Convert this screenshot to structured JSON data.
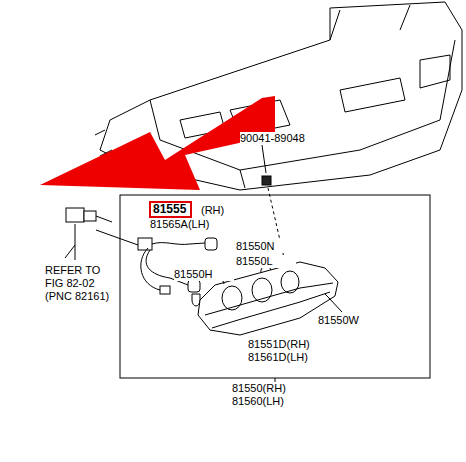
{
  "diagram": {
    "nodes": [
      {
        "text": [
          "81550(RH) 81560(LH)"
        ]
      },
      {
        "text": [
          "81555"
        ],
        "in": 0
      }
    ],
    "labels": [
      "(RH)",
      "81565A(LH)",
      "90041-89048",
      "81550N",
      "81550L",
      "81550H",
      "81550W",
      "81551D(RH) 81561D(LH)",
      "REFER TO FIG 82-02 (PNC 82161)"
    ]
  }
}
